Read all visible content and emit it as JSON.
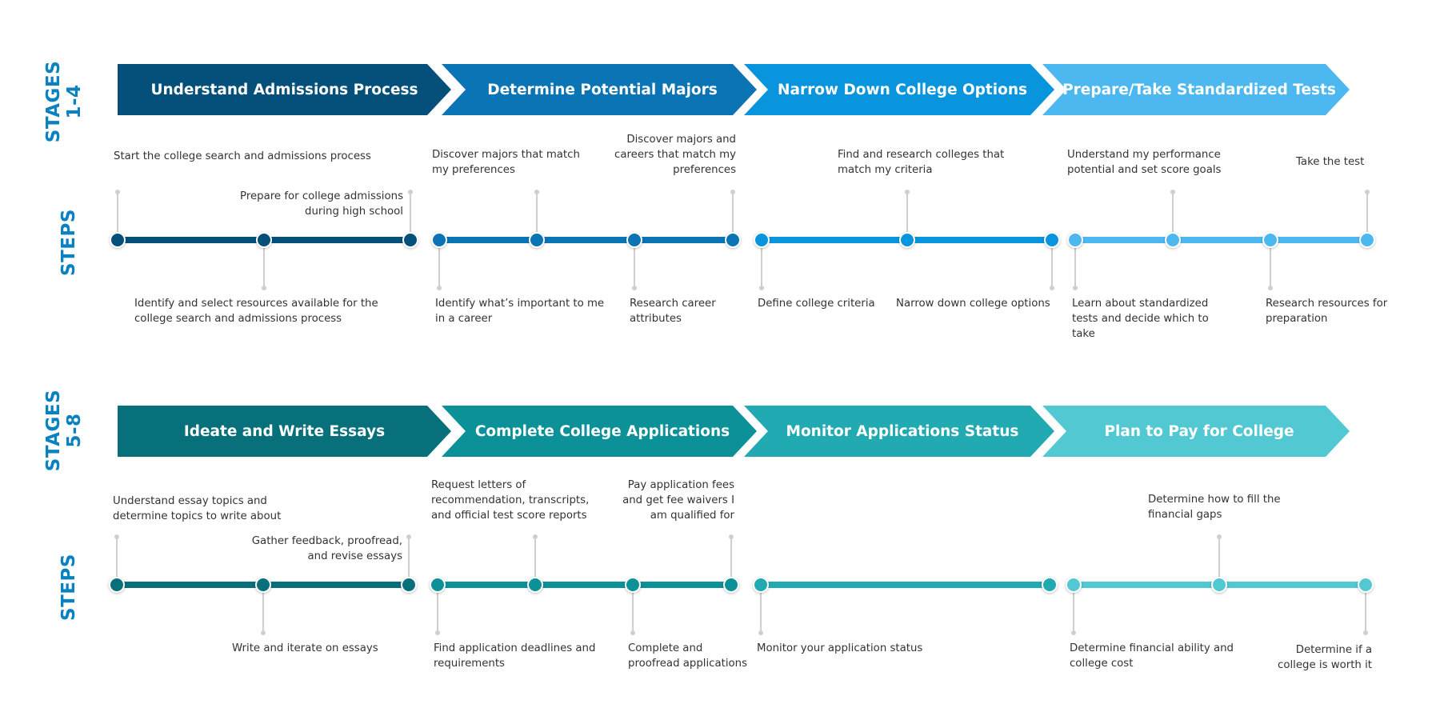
{
  "rows": [
    {
      "stage_label": [
        "STAGES",
        "1-4"
      ],
      "steps_label": "STEPS",
      "stages": [
        {
          "title": "Understand Admissions Process",
          "color": "#05507a"
        },
        {
          "title": "Determine Potential Majors",
          "color": "#0a74b4"
        },
        {
          "title": "Narrow Down College Options",
          "color": "#0995dd"
        },
        {
          "title": "Prepare/Take Standardized Tests",
          "color": "#4db8f0"
        }
      ],
      "steps": [
        {
          "text": "Start the college search and admissions process",
          "pos": "above",
          "stage": 0
        },
        {
          "text": "Identify and select resources available for the college search and admissions process",
          "pos": "below",
          "stage": 0
        },
        {
          "text": "Prepare for college admissions during high school",
          "pos": "above",
          "stage": 0
        },
        {
          "text": "Identify what’s important to me in a career",
          "pos": "below",
          "stage": 1
        },
        {
          "text": "Discover majors that match my preferences",
          "pos": "above",
          "stage": 1
        },
        {
          "text": "Research career attributes",
          "pos": "below",
          "stage": 1
        },
        {
          "text": "Discover majors and careers that match my preferences",
          "pos": "above",
          "stage": 1
        },
        {
          "text": "Define college criteria",
          "pos": "below",
          "stage": 2
        },
        {
          "text": "Find and research colleges that match my criteria",
          "pos": "above",
          "stage": 2
        },
        {
          "text": "Narrow down college options",
          "pos": "below",
          "stage": 2
        },
        {
          "text": "Learn about standardized tests and decide which to take",
          "pos": "below",
          "stage": 3
        },
        {
          "text": "Understand my performance potential and set score goals",
          "pos": "above",
          "stage": 3
        },
        {
          "text": "Research resources for preparation",
          "pos": "below",
          "stage": 3
        },
        {
          "text": "Take the test",
          "pos": "above",
          "stage": 3
        }
      ]
    },
    {
      "stage_label": [
        "STAGES",
        "5-8"
      ],
      "steps_label": "STEPS",
      "stages": [
        {
          "title": "Ideate and Write Essays",
          "color": "#07707b"
        },
        {
          "title": "Complete College Applications",
          "color": "#0d9199"
        },
        {
          "title": "Monitor Applications Status",
          "color": "#22aab3"
        },
        {
          "title": "Plan to Pay for College",
          "color": "#52c8d3"
        }
      ],
      "steps": [
        {
          "text": "Understand essay topics and determine topics to write about",
          "pos": "above",
          "stage": 0
        },
        {
          "text": "Write and iterate on essays",
          "pos": "below",
          "stage": 0
        },
        {
          "text": "Gather feedback, proofread, and revise essays",
          "pos": "above",
          "stage": 0
        },
        {
          "text": "Find application deadlines and requirements",
          "pos": "below",
          "stage": 1
        },
        {
          "text": "Request letters of recommendation, transcripts, and official test score reports",
          "pos": "above",
          "stage": 1
        },
        {
          "text": "Complete and proofread applications",
          "pos": "below",
          "stage": 1
        },
        {
          "text": "Pay application fees and get fee waivers I am qualified for",
          "pos": "above",
          "stage": 1
        },
        {
          "text": "Monitor your application status",
          "pos": "below",
          "stage": 2
        },
        {
          "text": "",
          "pos": "none",
          "stage": 2
        },
        {
          "text": "Determine financial ability and college cost",
          "pos": "below",
          "stage": 3
        },
        {
          "text": "Determine how to fill the financial gaps",
          "pos": "above",
          "stage": 3
        },
        {
          "text": "Determine if a college is worth it",
          "pos": "below",
          "stage": 3
        }
      ]
    }
  ]
}
